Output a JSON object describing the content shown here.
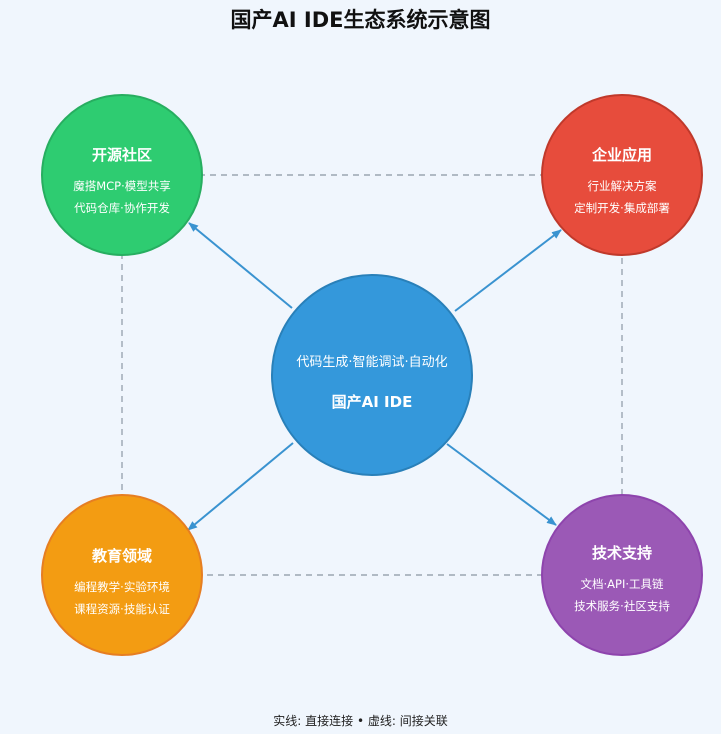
{
  "title": "国产AI IDE生态系统示意图",
  "center": {
    "subtitle": "代码生成·智能调试·自动化",
    "title": "国产AI IDE",
    "color": "#3498db"
  },
  "nodes": {
    "open_source": {
      "title": "开源社区",
      "lines": [
        "魔搭MCP·模型共享",
        "代码仓库·协作开发"
      ],
      "color": "#2ecc71"
    },
    "enterprise": {
      "title": "企业应用",
      "lines": [
        "行业解决方案",
        "定制开发·集成部署"
      ],
      "color": "#e74c3c"
    },
    "education": {
      "title": "教育领域",
      "lines": [
        "编程教学·实验环境",
        "课程资源·技能认证"
      ],
      "color": "#f39c12"
    },
    "tech_support": {
      "title": "技术支持",
      "lines": [
        "文档·API·工具链",
        "技术服务·社区支持"
      ],
      "color": "#9b59b6"
    }
  },
  "legend": "实线: 直接连接 • 虚线: 间接关联"
}
